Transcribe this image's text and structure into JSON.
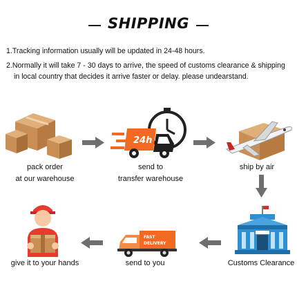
{
  "title": "SHIPPING",
  "notes": [
    "1.Tracking information usually will be updated in 24-48 hours.",
    "2.Normally it will take 7 - 30 days to arrive, the speed of customs clearance & shipping",
    "in local country that decides it arrive faster or delay. please undearstand."
  ],
  "steps": {
    "pack": [
      "pack order",
      "at our warehouse"
    ],
    "send": [
      "send to",
      "transfer warehouse"
    ],
    "air": "ship by air",
    "customs": "Customs Clearance",
    "to_you": "send to you",
    "hands": "give it to your hands"
  },
  "truck_badge": "24h",
  "delivery_text": [
    "FAST",
    "DELIVERY"
  ],
  "icons": [
    "boxes-icon",
    "delivery-truck-icon",
    "airplane-icon",
    "customs-building-icon",
    "delivery-van-icon",
    "courier-icon",
    "arrow-right-icon",
    "arrow-down-icon",
    "arrow-left-icon"
  ],
  "colors": {
    "arrow": "#6f6f6f",
    "box": "#c98f55",
    "truck": "#f26a21",
    "plane": "#f2f2f2",
    "building": "#2f8fd0",
    "courier_shirt": "#e63b2e"
  }
}
